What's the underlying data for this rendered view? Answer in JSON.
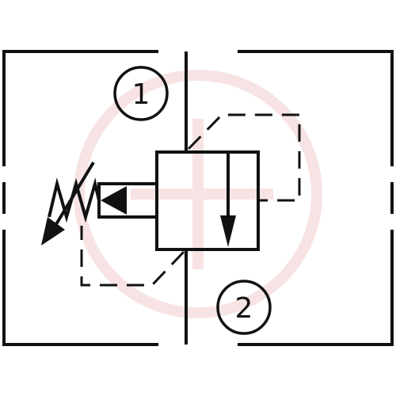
{
  "colors": {
    "line": "#111111",
    "watermark": "#f7e3e3",
    "background": "#ffffff"
  },
  "ports": {
    "port_1_label": "1",
    "port_2_label": "2"
  },
  "icons": {
    "watermark": "watermark-logo",
    "spring": "adjustable-spring-icon",
    "flow_arrow": "flow-arrow-icon",
    "pilot_triangle": "pilot-triangle-icon"
  }
}
